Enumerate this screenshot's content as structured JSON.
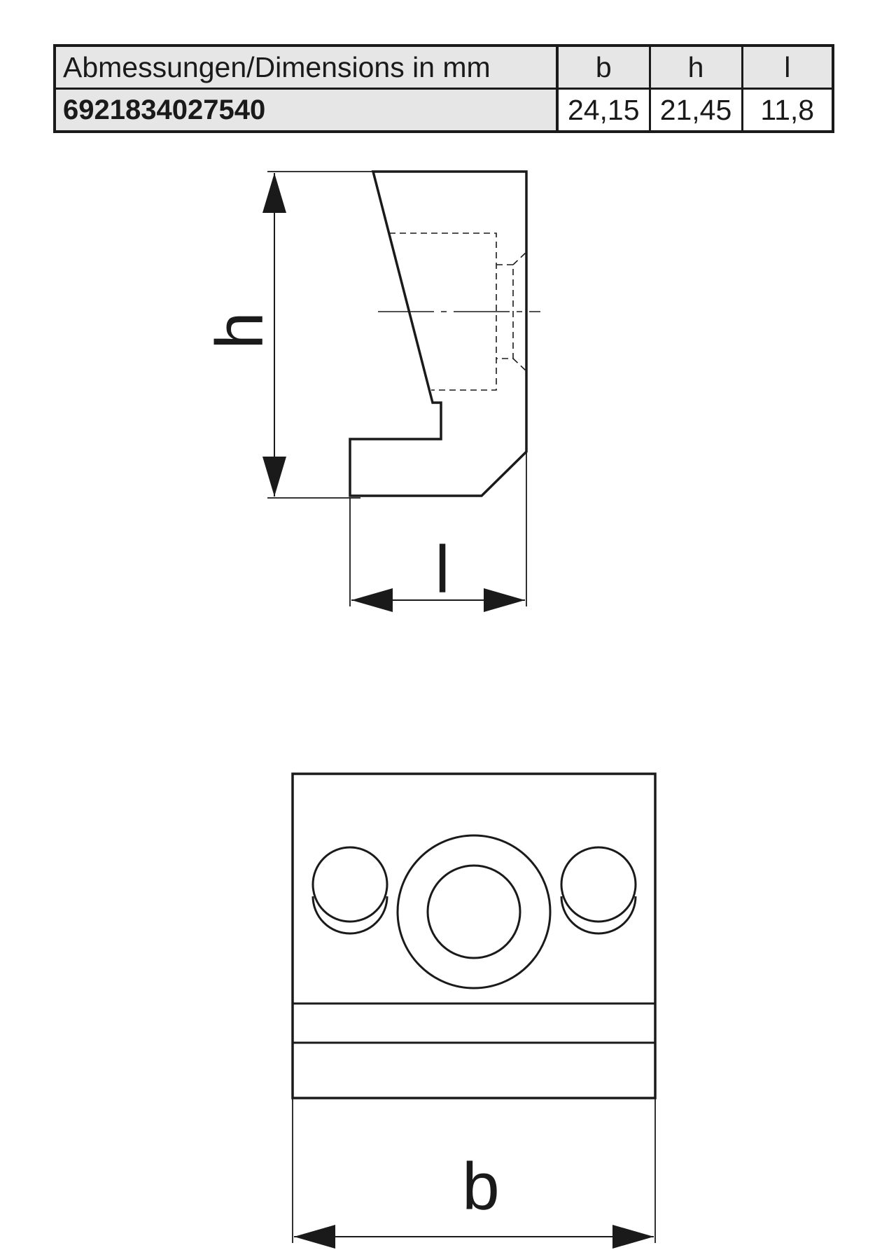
{
  "table": {
    "header": {
      "title": "Abmessungen/Dimensions in mm",
      "columns": [
        "b",
        "h",
        "l"
      ]
    },
    "row": {
      "article": "6921834027540",
      "values": [
        "24,15",
        "21,45",
        "11,8"
      ]
    }
  },
  "drawing": {
    "labels": {
      "h": "h",
      "l": "l",
      "b": "b"
    }
  }
}
